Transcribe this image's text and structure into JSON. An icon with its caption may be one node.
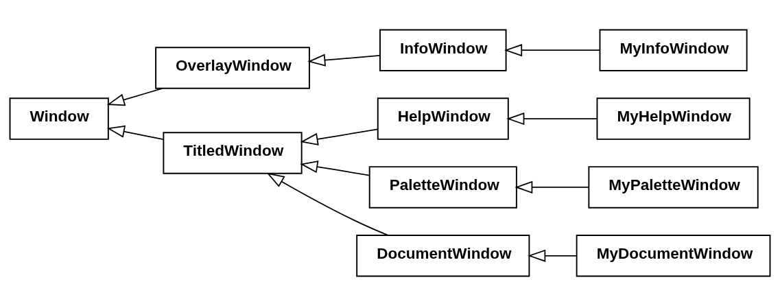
{
  "diagram": {
    "nodes": [
      {
        "text": [
          "Window"
        ]
      },
      {
        "text": [
          "OverlayWindow"
        ]
      },
      {
        "text": [
          "TitledWindow"
        ]
      },
      {
        "text": [
          "InfoWindow"
        ]
      },
      {
        "text": [
          "HelpWindow"
        ]
      },
      {
        "text": [
          "PaletteWindow"
        ]
      },
      {
        "text": [
          "DocumentWindow"
        ]
      },
      {
        "text": [
          "MyInfoWindow"
        ]
      },
      {
        "text": [
          "MyHelpWindow"
        ]
      },
      {
        "text": [
          "MyPaletteWindow"
        ]
      },
      {
        "text": [
          "MyDocumentWindow"
        ]
      }
    ],
    "edges": [
      {
        "from": 1,
        "to": 0,
        "arrow": "to"
      },
      {
        "from": 2,
        "to": 0,
        "arrow": "to"
      },
      {
        "from": 3,
        "to": 1,
        "arrow": "to"
      },
      {
        "from": 4,
        "to": 2,
        "arrow": "to"
      },
      {
        "from": 5,
        "to": 2,
        "arrow": "to"
      },
      {
        "from": 6,
        "to": 2,
        "arrow": "to"
      },
      {
        "from": 7,
        "to": 3,
        "arrow": "to"
      },
      {
        "from": 8,
        "to": 4,
        "arrow": "to"
      },
      {
        "from": 9,
        "to": 5,
        "arrow": "to"
      },
      {
        "from": 10,
        "to": 6,
        "arrow": "to"
      }
    ]
  }
}
